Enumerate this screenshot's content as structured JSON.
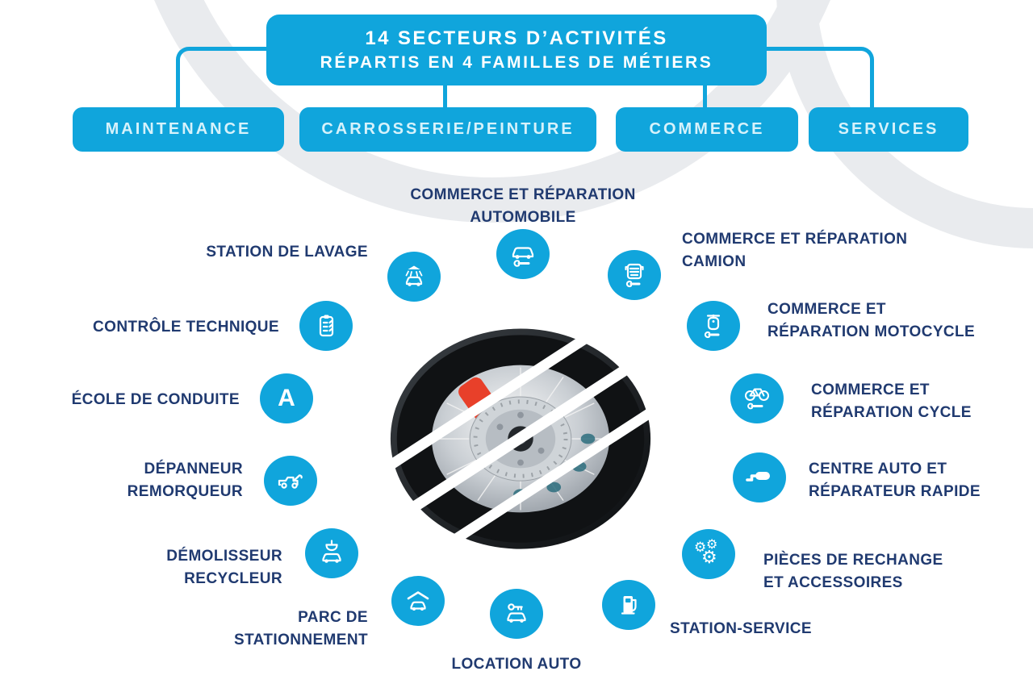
{
  "header": {
    "title": "14 SECTEURS D’ACTIVITÉS",
    "subtitle": "RÉPARTIS EN 4 FAMILLES DE MÉTIERS"
  },
  "families": [
    {
      "label": "MAINTENANCE"
    },
    {
      "label": "CARROSSERIE/PEINTURE"
    },
    {
      "label": "COMMERCE"
    },
    {
      "label": "SERVICES"
    }
  ],
  "sectors": [
    {
      "id": "commerce-reparation-automobile",
      "label": "COMMERCE ET RÉPARATION\nAUTOMOBILE",
      "icon": "car-wrench-icon"
    },
    {
      "id": "commerce-reparation-camion",
      "label": "COMMERCE ET RÉPARATION\nCAMION",
      "icon": "truck-wrench-icon"
    },
    {
      "id": "commerce-reparation-motocycle",
      "label": "COMMERCE ET\nRÉPARATION MOTOCYCLE",
      "icon": "scooter-wrench-icon"
    },
    {
      "id": "commerce-reparation-cycle",
      "label": "COMMERCE ET\nRÉPARATION CYCLE",
      "icon": "bicycle-wrench-icon"
    },
    {
      "id": "centre-auto-et-reparateur-rapide",
      "label": "CENTRE AUTO ET\nRÉPARATEUR RAPIDE",
      "icon": "exhaust-icon"
    },
    {
      "id": "pieces-de-rechange-et-accessoires",
      "label": "PIÈCES DE RECHANGE\nET ACCESSOIRES",
      "icon": "gears-icon"
    },
    {
      "id": "station-service",
      "label": "STATION-SERVICE",
      "icon": "fuel-pump-icon"
    },
    {
      "id": "location-auto",
      "label": "LOCATION AUTO",
      "icon": "key-car-icon"
    },
    {
      "id": "parc-de-stationnement",
      "label": "PARC DE\nSTATIONNEMENT",
      "icon": "garage-car-icon"
    },
    {
      "id": "demolisseur-recycleur",
      "label": "DÉMOLISSEUR\nRECYCLEUR",
      "icon": "crane-claw-car-icon"
    },
    {
      "id": "depanneur-remorqueur",
      "label": "DÉPANNEUR\nREMORQUEUR",
      "icon": "tow-truck-icon"
    },
    {
      "id": "ecole-de-conduite",
      "label": "ÉCOLE DE CONDUITE",
      "icon": "letter-a-icon"
    },
    {
      "id": "controle-technique",
      "label": "CONTRÔLE TECHNIQUE",
      "icon": "clipboard-checklist-icon"
    },
    {
      "id": "station-de-lavage",
      "label": "STATION DE LAVAGE",
      "icon": "car-wash-icon"
    }
  ],
  "ecole_icon_letter": "A",
  "colors": {
    "accent_blue": "#10a5dc",
    "label_navy": "#203a70",
    "family_label_text": "#d6f2fb",
    "header_text": "#ffffff",
    "caliper_red": "#e8402a",
    "background": "#ffffff",
    "ring_gray": "#e9ebee"
  }
}
